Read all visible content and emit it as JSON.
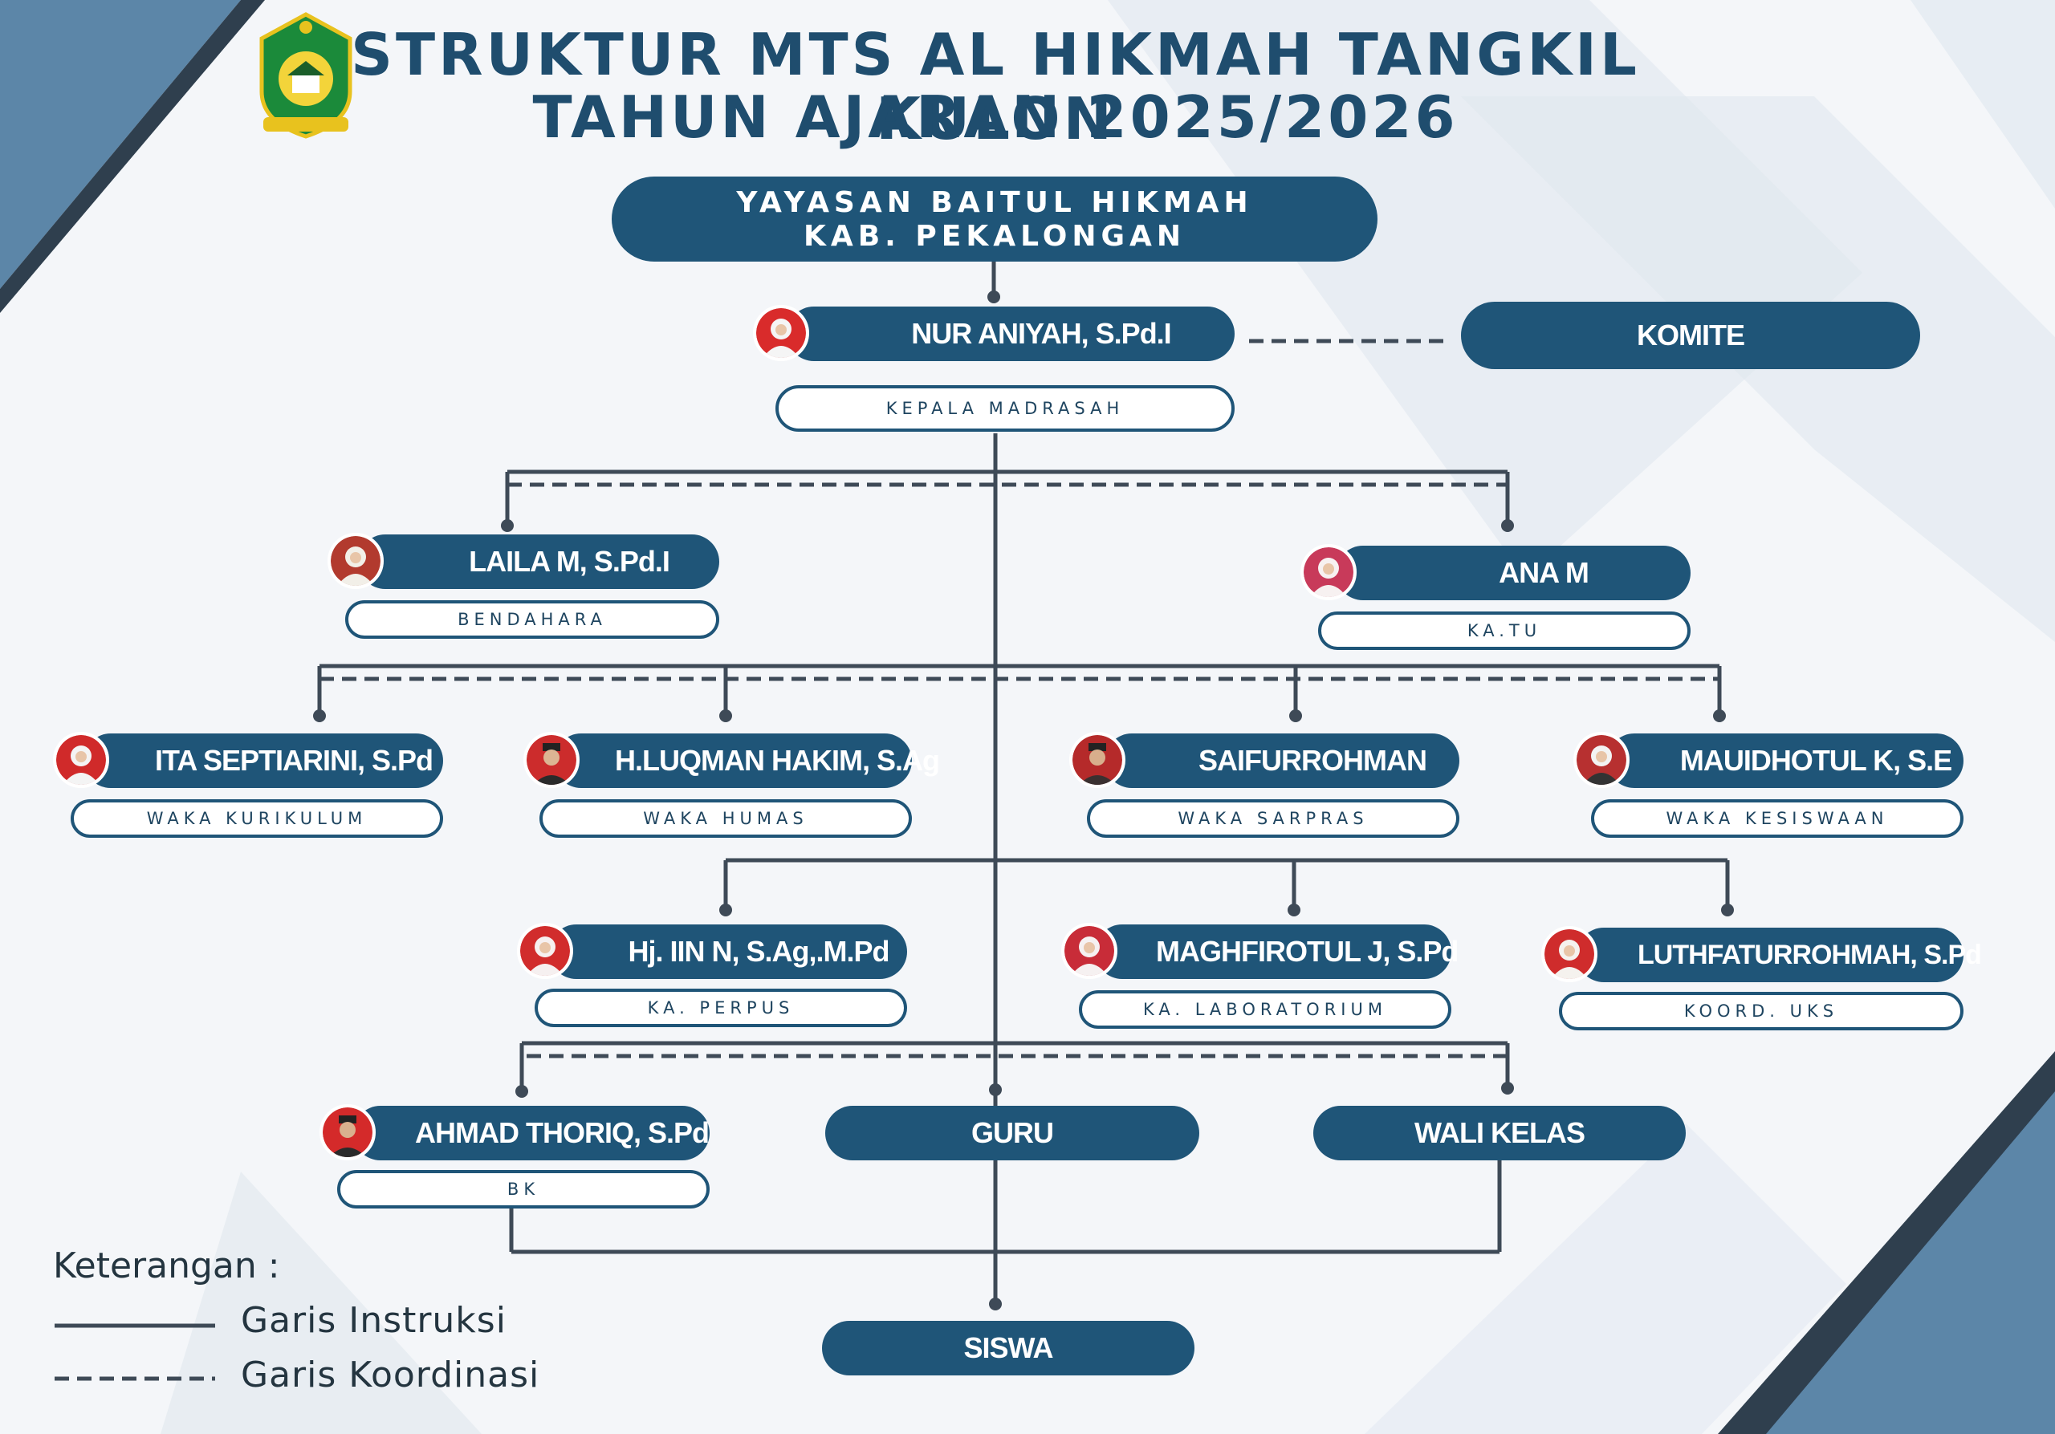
{
  "title": {
    "line1": "STRUKTUR MTS AL HIKMAH TANGKIL KULON",
    "line2": "TAHUN AJARAN 2025/2026"
  },
  "logo_icon": "madrasah-emblem-icon",
  "colors": {
    "node": "#1f5578",
    "line": "#3e4a57",
    "accent_stripe": "#3a4a5a",
    "light_stripe": "#9ab5cd"
  },
  "foundation": {
    "line1": "YAYASAN BAITUL HIKMAH",
    "line2": "KAB. PEKALONGAN"
  },
  "head": {
    "name": "NUR ANIYAH, S.Pd.I",
    "role": "KEPALA MADRASAH"
  },
  "committee": "KOMITE",
  "treasurer": {
    "name": "LAILA M, S.Pd.I",
    "role": "BENDAHARA"
  },
  "admin": {
    "name": "ANA M",
    "role": "KA.TU"
  },
  "vice": [
    {
      "name": "ITA SEPTIARINI, S.Pd",
      "role": "WAKA KURIKULUM"
    },
    {
      "name": "H.LUQMAN HAKIM, S.Ag",
      "role": "WAKA HUMAS"
    },
    {
      "name": "SAIFURROHMAN",
      "role": "WAKA SARPRAS"
    },
    {
      "name": "MAUIDHOTUL K, S.E",
      "role": "WAKA KESISWAAN"
    }
  ],
  "units": [
    {
      "name": "Hj. IIN N, S.Ag,.M.Pd",
      "role": "KA. PERPUS"
    },
    {
      "name": "MAGHFIROTUL J, S.Pd",
      "role": "KA. LABORATORIUM"
    },
    {
      "name": "LUTHFATURROHMAH, S.Pd",
      "role": "KOORD. UKS"
    }
  ],
  "counselor": {
    "name": "AHMAD THORIQ, S.Pd",
    "role": "BK"
  },
  "teachers": "GURU",
  "homeroom": "WALI KELAS",
  "students": "SISWA",
  "legend": {
    "title": "Keterangan :",
    "solid": "Garis Instruksi",
    "dashed": "Garis Koordinasi"
  }
}
